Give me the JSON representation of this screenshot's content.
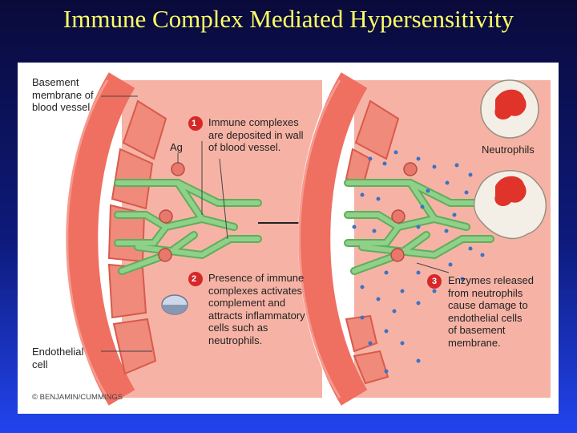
{
  "title": "Immune Complex Mediated Hypersensitivity",
  "figure": {
    "labels": {
      "basement_membrane": [
        "Basement",
        "membrane of",
        "blood vessel"
      ],
      "ag": "Ag",
      "endothelial_cell": [
        "Endothelial",
        "cell"
      ],
      "neutrophils": "Neutrophils"
    },
    "steps": [
      {
        "number": "1",
        "lines": [
          "Immune complexes",
          "are deposited in wall",
          "of blood vessel."
        ]
      },
      {
        "number": "2",
        "lines": [
          "Presence of immune",
          "complexes activates",
          "complement and",
          "attracts inflammatory",
          "cells such as",
          "neutrophils."
        ]
      },
      {
        "number": "3",
        "lines": [
          "Enzymes released",
          "from neutrophils",
          "cause damage to",
          "endothelial cells",
          "of basement",
          "membrane."
        ]
      }
    ],
    "copyright": "© BENJAMIN/CUMMINGS"
  },
  "colors": {
    "vessel_wall": "#ef6f61",
    "lumen": "#f6b3a5",
    "cell": "#f08a7a",
    "antibody": "#8fd08a",
    "antigen": "#e8786c",
    "enzyme_dot": "#3a73c8",
    "step_badge": "#d62828",
    "neutrophil_nucleus": "#e0332a"
  }
}
